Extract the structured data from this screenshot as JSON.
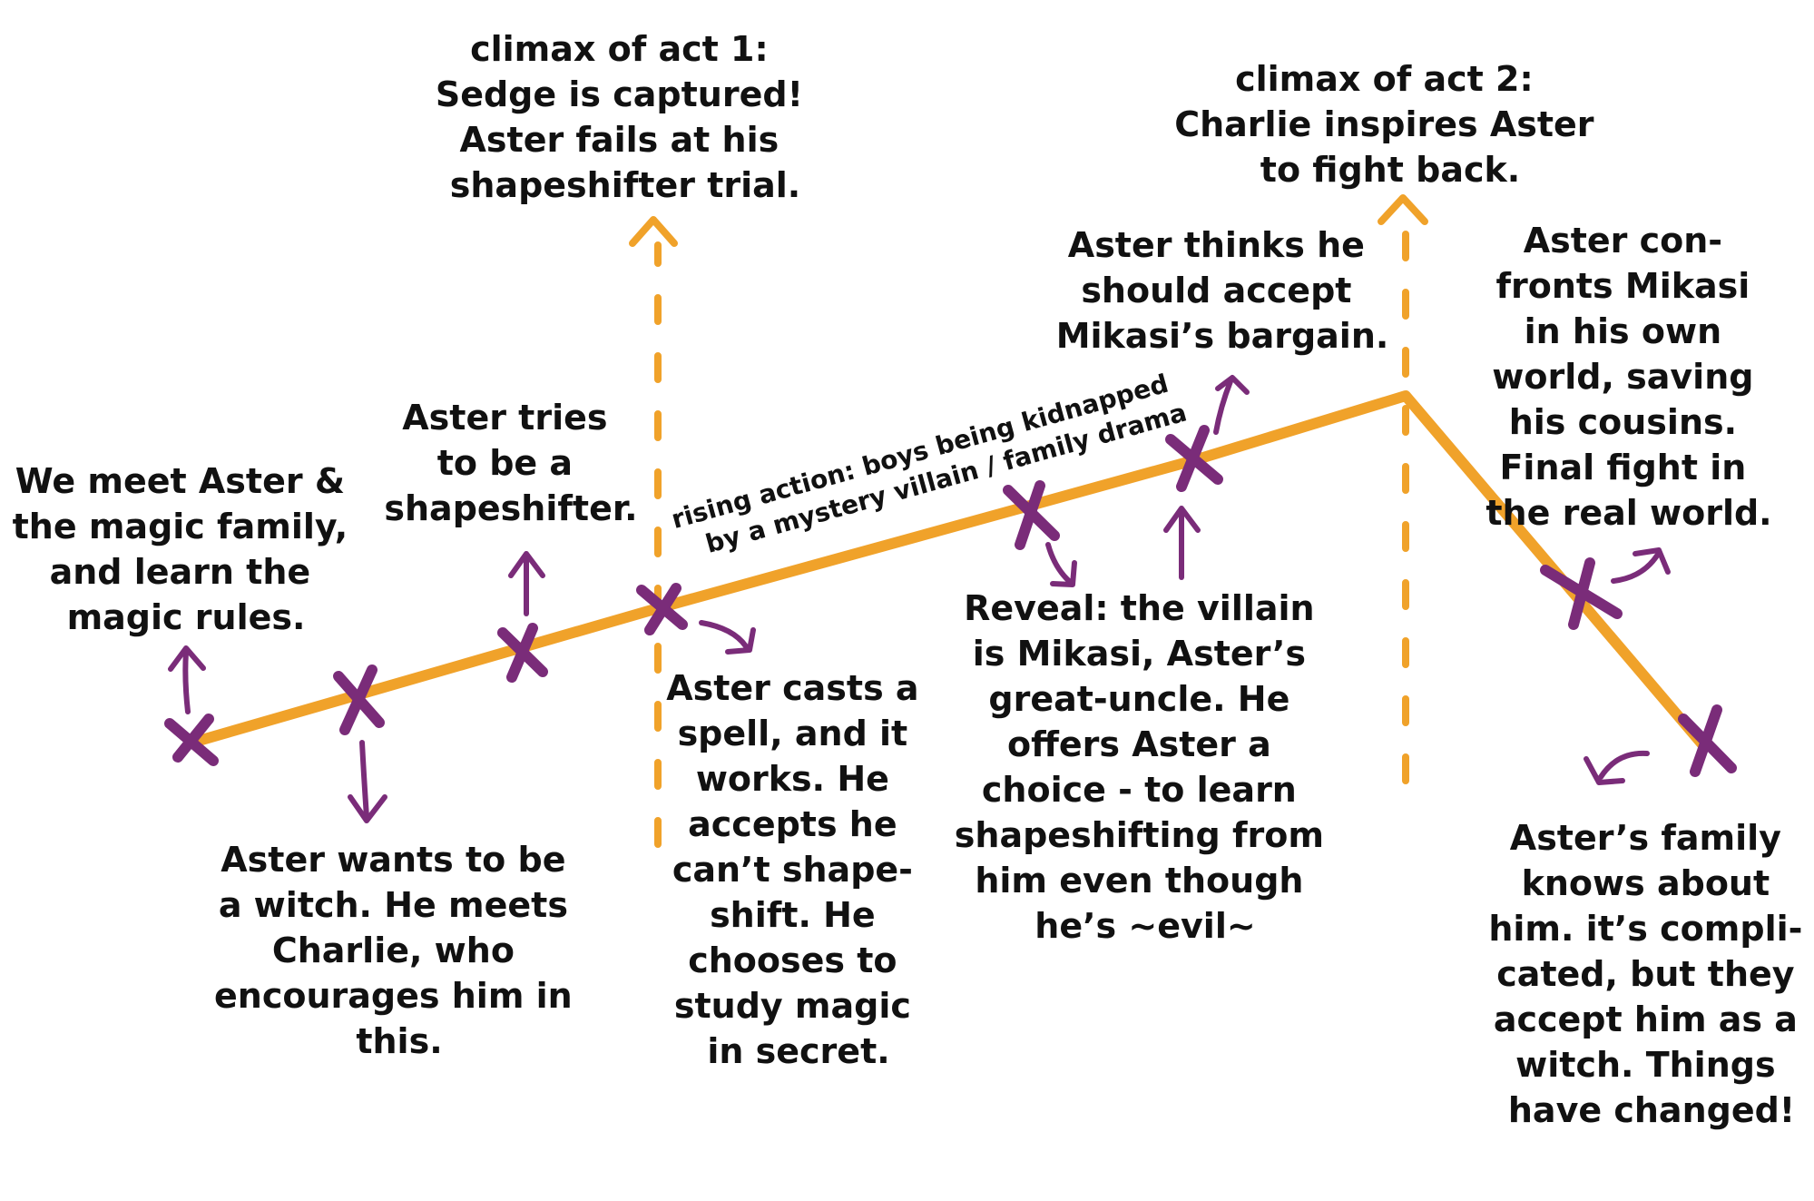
{
  "colors": {
    "plot_line": "#f0a22a",
    "event_mark": "#7a2c79",
    "text": "#111111",
    "background": "#ffffff"
  },
  "rising_action": {
    "line1": "rising action: boys being kidnapped",
    "line2": "by a mystery villain / family drama"
  },
  "climaxes": [
    {
      "lines": [
        "climax of act 1:",
        "Sedge is captured!",
        "Aster fails at his",
        "shapeshifter trial."
      ]
    },
    {
      "lines": [
        "climax of act 2:",
        "Charlie inspires Aster",
        "to fight back."
      ]
    }
  ],
  "events": [
    {
      "lines": [
        "We meet Aster &",
        "the magic family,",
        "and learn the",
        "magic rules."
      ]
    },
    {
      "lines": [
        "Aster wants to be",
        "a witch. He meets",
        "Charlie, who",
        "encourages him in",
        "this."
      ]
    },
    {
      "lines": [
        "Aster tries",
        "to be a",
        "shapeshifter."
      ]
    },
    {
      "lines": [
        "Aster casts a",
        "spell, and it",
        "works. He",
        "accepts he",
        "can’t shape-",
        "shift. He",
        "chooses to",
        "study magic",
        "in secret."
      ]
    },
    {
      "lines": [
        "Reveal: the villain",
        "is Mikasi, Aster’s",
        "great-uncle. He",
        "offers Aster a",
        "choice - to learn",
        "shapeshifting from",
        "him even though",
        "he’s ~evil~"
      ]
    },
    {
      "lines": [
        "Aster thinks he",
        "should accept",
        "Mikasi’s bargain."
      ]
    },
    {
      "lines": [
        "Aster con-",
        "fronts Mikasi",
        "in his own",
        "world, saving",
        "his cousins.",
        "Final fight in",
        "the real world."
      ]
    },
    {
      "lines": [
        "Aster’s family",
        "knows about",
        "him. it’s compli-",
        "cated, but they",
        "accept him as a",
        "witch. Things",
        "have changed!"
      ]
    }
  ]
}
